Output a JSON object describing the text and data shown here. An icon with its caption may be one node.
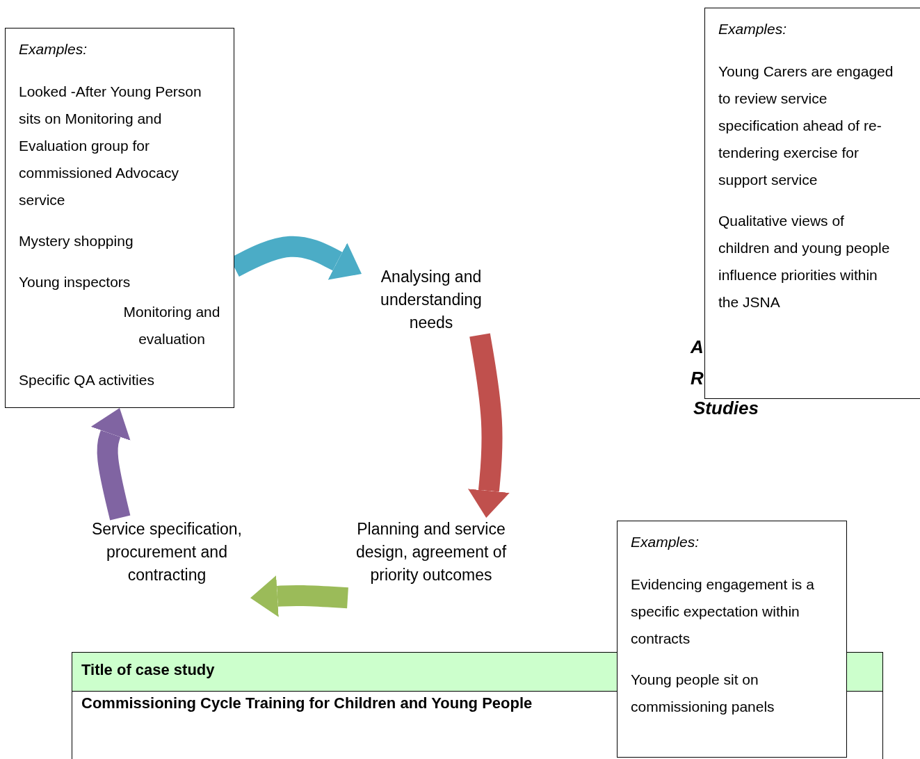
{
  "diagram": {
    "nodes": [
      {
        "text": [
          "Examples:",
          "Looked -After Young Person sits on Monitoring and Evaluation group for commissioned Advocacy service",
          "Mystery shopping",
          "Young inspectors",
          "Specific QA activities"
        ]
      },
      {
        "text": [
          "Analysing and understanding needs"
        ]
      },
      {
        "text": [
          "Planning and service design, agreement of priority outcomes"
        ]
      },
      {
        "text": [
          "Service specification, procurement and contracting"
        ]
      },
      {
        "text": [
          "Monitoring and evaluation"
        ],
        "in": 0
      },
      {
        "text": [
          "Examples:",
          "Young Carers are engaged to review service specification ahead of re-tendering exercise for support service",
          "Qualitative views of children and young people influence priorities within the JSNA"
        ]
      },
      {
        "text": [
          "Examples:",
          "Evidencing engagement is a specific expectation within contracts",
          "Young people sit on commissioning panels"
        ]
      }
    ],
    "edges": [
      {
        "from": 0,
        "to": 1,
        "arrow": "to",
        "color": "#4bacc6"
      },
      {
        "from": 1,
        "to": 2,
        "arrow": "to",
        "color": "#c0504d"
      },
      {
        "from": 2,
        "to": 3,
        "arrow": "to",
        "color": "#9bbb59"
      },
      {
        "from": 3,
        "to": 0,
        "arrow": "to",
        "color": "#8064a2"
      }
    ],
    "labels": [
      "A",
      "R",
      "Studies",
      "Title of case study",
      "Commissioning Cycle Training for Children and Young People"
    ]
  }
}
